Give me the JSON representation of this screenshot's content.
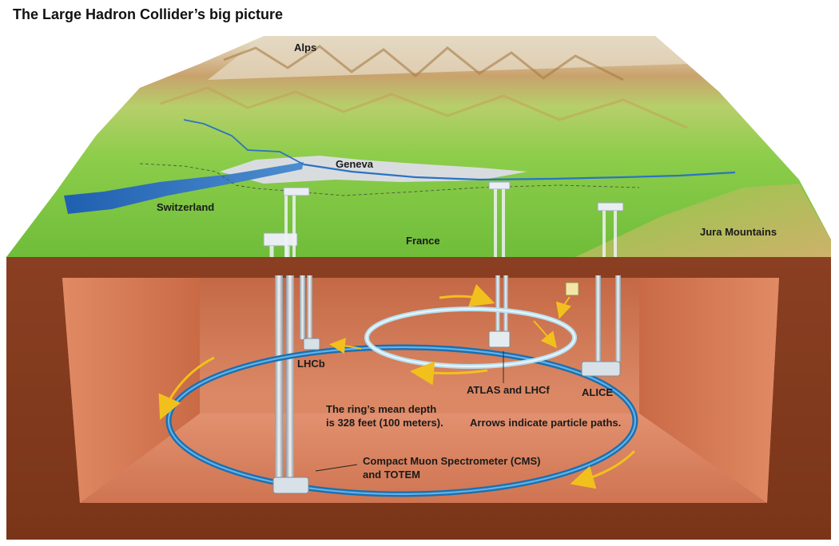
{
  "title": "The Large Hadron Collider’s big picture",
  "surface_labels": {
    "alps": "Alps",
    "geneva": "Geneva",
    "switzerland": "Switzerland",
    "france": "France",
    "jura": "Jura Mountains"
  },
  "experiments": {
    "lhcb": "LHCb",
    "atlas": "ATLAS and LHCf",
    "alice": "ALICE",
    "cms_line1": "Compact Muon Spectrometer (CMS)",
    "cms_line2": "and TOTEM"
  },
  "notes": {
    "depth_line1": "The ring’s mean depth",
    "depth_line2": "is 328 feet (100 meters).",
    "arrows": "Arrows indicate particle paths."
  }
}
